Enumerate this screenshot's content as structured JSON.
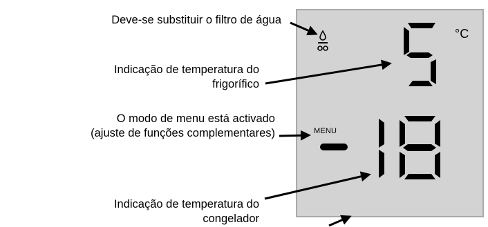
{
  "labels": {
    "water_filter": "Deve-se substituir o filtro de água",
    "fridge_temp_line1": "Indicação de temperatura do",
    "fridge_temp_line2": "frigorífico",
    "menu_mode_line1": "O modo de menu está activado",
    "menu_mode_line2": "(ajuste de funções complementares)",
    "freezer_temp_line1": "Indicação de temperatura do",
    "freezer_temp_line2": "congelador"
  },
  "display": {
    "fridge_value": "5",
    "freezer_value": "-18",
    "unit": "°C",
    "menu_label": "MENU",
    "water_icon": "water-drops-icon"
  },
  "colors": {
    "panel_bg": "#d3d3d3",
    "panel_border": "#a9a9a9",
    "ink": "#000000"
  }
}
